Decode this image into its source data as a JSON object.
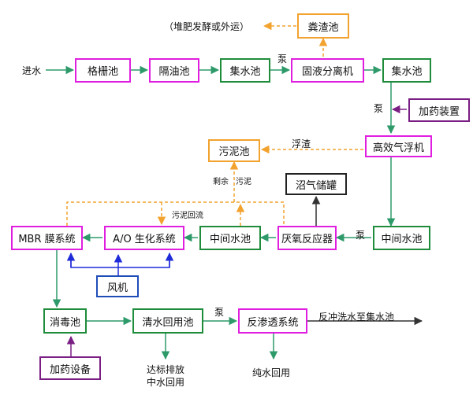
{
  "labels": {
    "inflow": "进水",
    "compost": "（堆肥发酵或外运）",
    "pump1": "泵",
    "pump2": "泵",
    "pump3": "泵",
    "pump4": "泵",
    "scum": "浮渣",
    "excess_sludge_a": "剩余",
    "excess_sludge_b": "污泥",
    "sludge_return": "污泥回流",
    "backwash": "反冲洗水至集水池",
    "discharge_line1": "达标排放",
    "discharge_line2": "中水回用",
    "pure_water": "纯水回用"
  },
  "boxes": {
    "grille": "格栅池",
    "oil_sep": "隔油池",
    "collect1": "集水池",
    "solid_liquid": "固液分离机",
    "collect2": "集水池",
    "manure": "粪渣池",
    "dosing_device": "加药装置",
    "daf": "高效气浮机",
    "sludge_pond": "污泥池",
    "biogas_tank": "沼气储罐",
    "mid_right": "中间水池",
    "anaerobic": "厌氧反应器",
    "mid_center": "中间水池",
    "ao": "A/O 生化系统",
    "mbr": "MBR 膜系统",
    "blower": "风机",
    "disinfect": "消毒池",
    "clear_pool": "清水回用池",
    "ro": "反渗透系统",
    "dosing_equipment": "加药设备"
  },
  "colors": {
    "process_box": "#e01ee0",
    "water_box": "#1e8c3a",
    "sludge_box": "#f2a22e",
    "dosing_box": "#7a1e84",
    "air_box": "#1f4db8",
    "flow_line": "#2e9a6a",
    "sludge_line": "#f2a22e",
    "air_line": "#1f2bd8",
    "dosing_line": "#7a1e84",
    "gas_line": "#333333"
  }
}
